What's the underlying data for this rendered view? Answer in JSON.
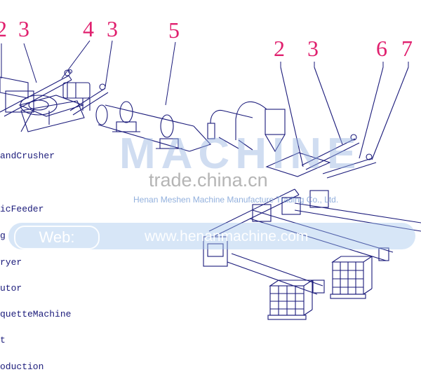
{
  "callouts": [
    "2",
    "3",
    "4",
    "3",
    "5",
    "2",
    "3",
    "6",
    "7"
  ],
  "legend": [
    "andCrusher",
    "icFeeder",
    "g",
    "ryer",
    "utor",
    "quetteMachine",
    "t",
    "oduction"
  ],
  "watermark": {
    "brand": "MACHINE",
    "site": "trade.china.cn",
    "company": "Henan Meshen Machine Manufacture Trading Co., Ltd.",
    "web_label": "Web:",
    "url": "www.henanmachine.com"
  },
  "colors": {
    "callout": "#e0206e",
    "line_art": "#1a1a7a",
    "watermark_blue": "#a0c3eb"
  }
}
